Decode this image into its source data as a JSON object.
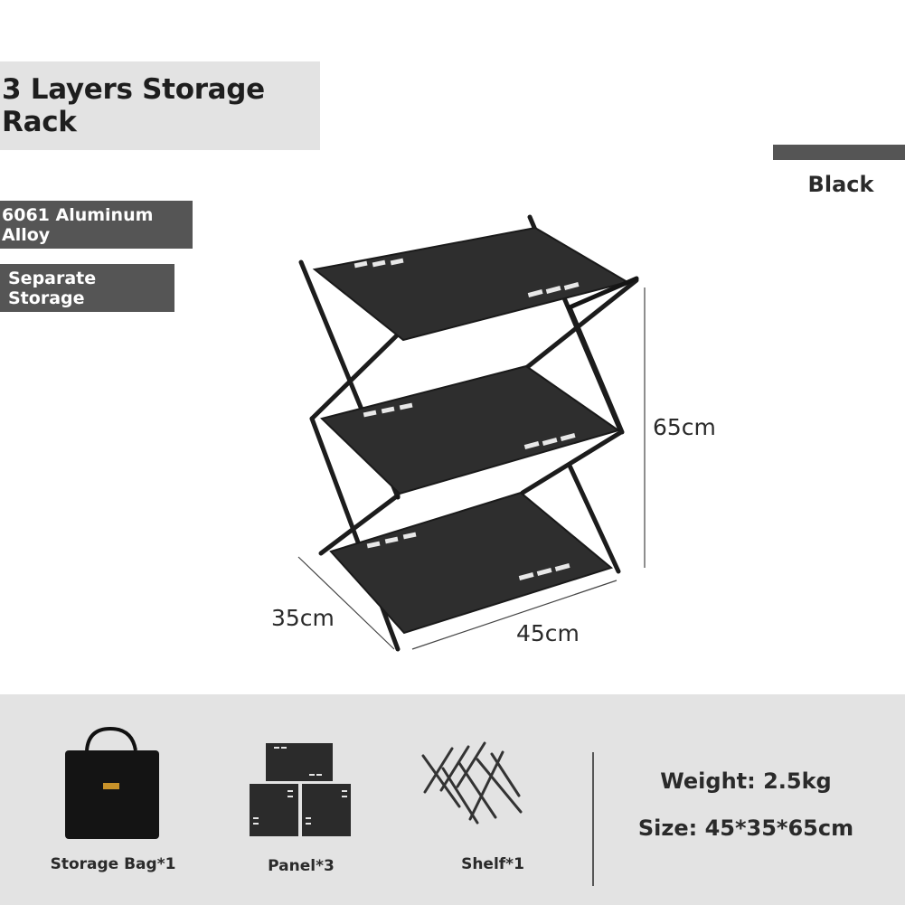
{
  "header": {
    "title": "3 Layers Storage Rack"
  },
  "features": [
    {
      "label": "6061 Aluminum Alloy"
    },
    {
      "label": "Separate Storage"
    }
  ],
  "color_option": {
    "label": "Black",
    "swatch_color": "#555555"
  },
  "dimensions": {
    "height": "65cm",
    "depth": "35cm",
    "width": "45cm"
  },
  "package_contents": [
    {
      "label": "Storage Bag*1",
      "icon": "storage-bag-icon"
    },
    {
      "label": "Panel*3",
      "icon": "panel-icon"
    },
    {
      "label": "Shelf*1",
      "icon": "shelf-frame-icon"
    }
  ],
  "specs": {
    "weight": "Weight: 2.5kg",
    "size": "Size: 45*35*65cm"
  },
  "colors": {
    "panel_bg": "#e3e3e3",
    "tag_bg": "#555555",
    "product": "#2b2b2b"
  }
}
